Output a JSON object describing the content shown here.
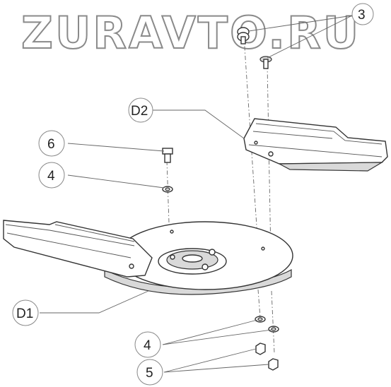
{
  "watermark": "ZURAVTO.RU",
  "callouts": {
    "part_3": "3",
    "part_d2": "D2",
    "part_6": "6",
    "part_4_upper": "4",
    "part_d1": "D1",
    "part_4_lower": "4",
    "part_5": "5"
  }
}
